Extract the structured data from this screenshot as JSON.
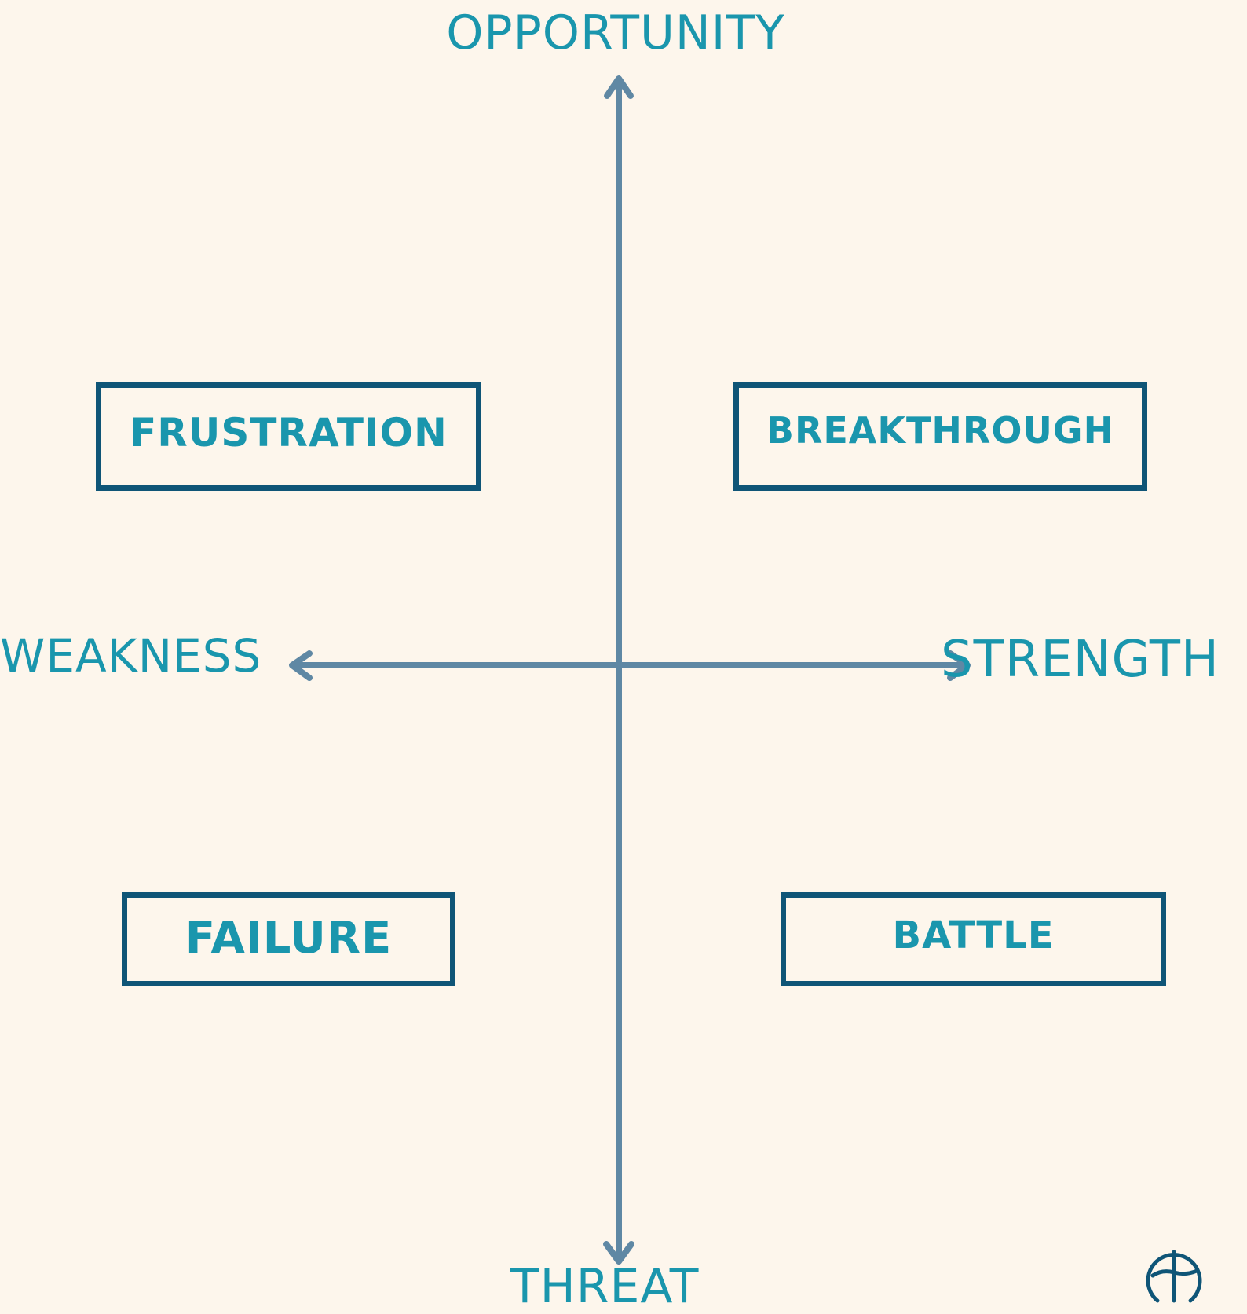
{
  "axes": {
    "top_label": "OPPORTUNITY",
    "bottom_label": "THREAT",
    "left_label": "WEAKNESS",
    "right_label": "STRENGTH"
  },
  "quadrants": {
    "top_left": "FRUSTRATION",
    "top_right": "BREAKTHROUGH",
    "bottom_left": "FAILURE",
    "bottom_right": "BATTLE"
  },
  "colors": {
    "background": "#fdf6ec",
    "label_text": "#1a96ad",
    "box_border": "#0f5577",
    "axis_line": "#5f88a4"
  },
  "logo": {
    "icon": "cross-circle-logo-icon"
  }
}
